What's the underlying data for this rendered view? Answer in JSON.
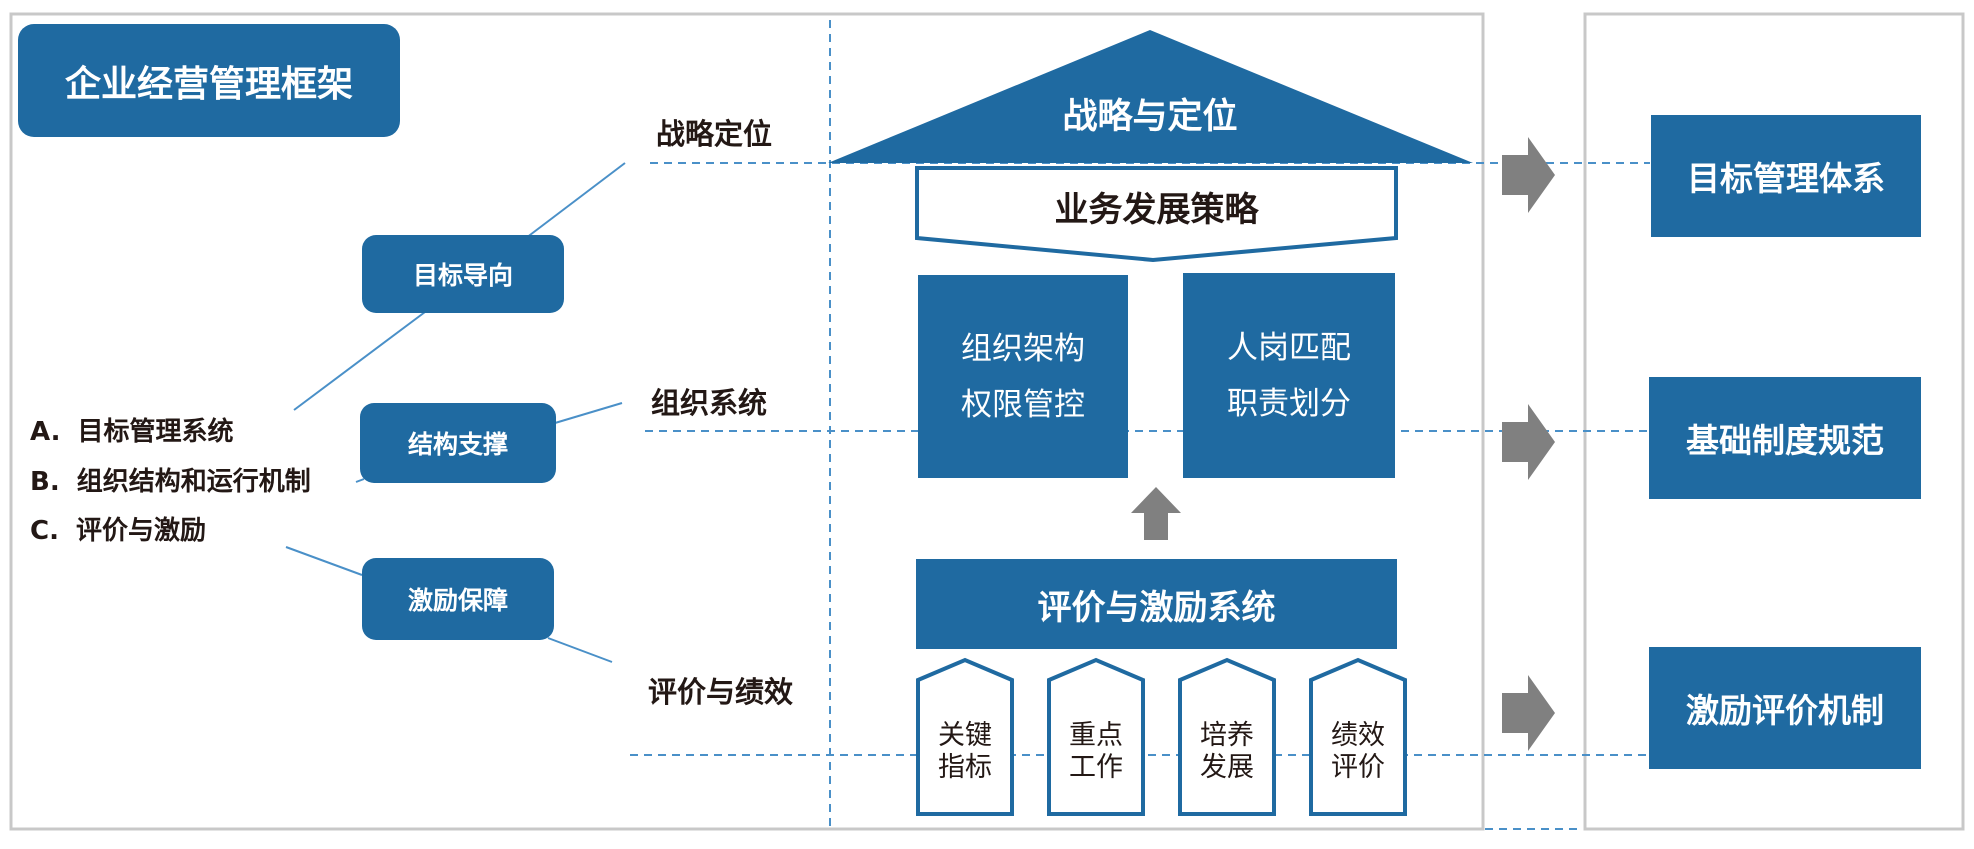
{
  "title": "企业经营管理框架",
  "legend": {
    "a_label": "A.",
    "a_text": "目标管理系统",
    "b_label": "B.",
    "b_text": "组织结构和运行机制",
    "c_label": "C.",
    "c_text": "评价与激励"
  },
  "pillars": {
    "goal": "目标导向",
    "structure": "结构支撑",
    "incentive": "激励保障"
  },
  "levels": {
    "strategy": "战略定位",
    "organization": "组织系统",
    "evaluation": "评价与绩效"
  },
  "house": {
    "roof": "战略与定位",
    "business": "业务发展策略",
    "left_block": [
      "组织架构",
      "权限管控"
    ],
    "right_block": [
      "人岗匹配",
      "职责划分"
    ],
    "evaluation_bar": "评价与激励系统",
    "pillars": [
      [
        "关键",
        "指标"
      ],
      [
        "重点",
        "工作"
      ],
      [
        "培养",
        "发展"
      ],
      [
        "绩效",
        "评价"
      ]
    ]
  },
  "outputs": {
    "goal_system": "目标管理体系",
    "base_rules": "基础制度规范",
    "incentive_mechanism": "激励评价机制"
  },
  "colors": {
    "primary_blue": "#1f6aa1",
    "arrow_gray": "#808080",
    "dashed_blue": "#4a90c8",
    "frame_gray": "#c8c8c8",
    "text_dark": "#231815"
  }
}
